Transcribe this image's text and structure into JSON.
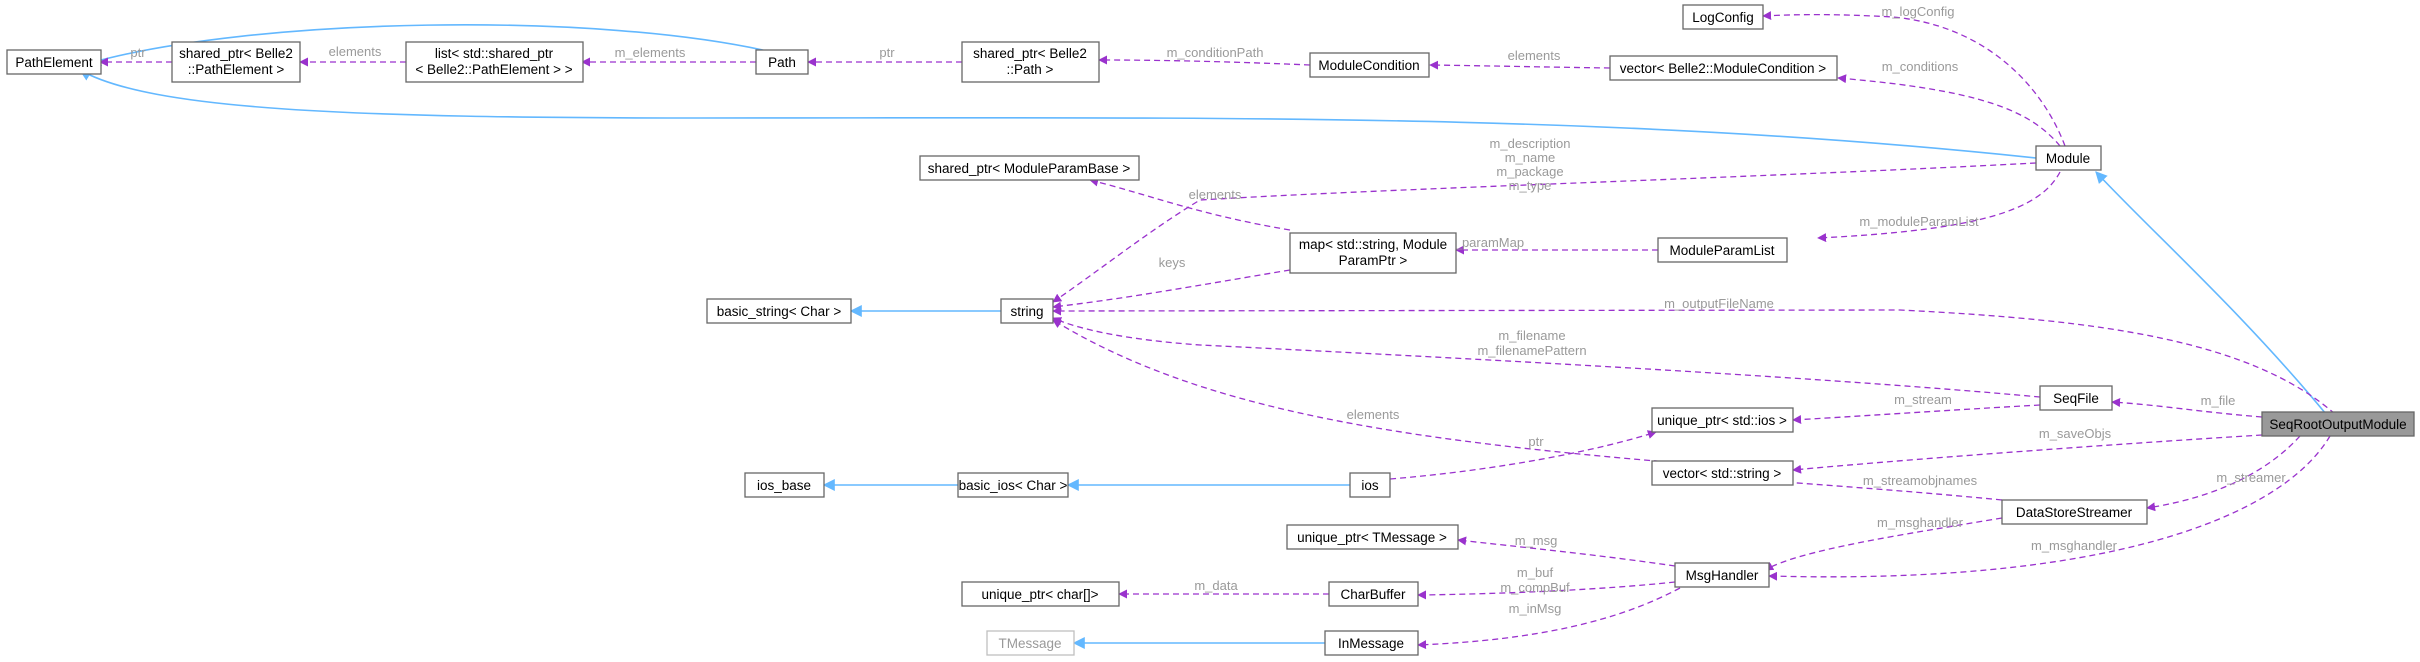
{
  "nodes": {
    "pathelement": "PathElement",
    "sp_pathelement": [
      "shared_ptr< Belle2",
      "::PathElement >"
    ],
    "list_sp": [
      "list< std::shared_ptr",
      "< Belle2::PathElement > >"
    ],
    "path": "Path",
    "sp_path": [
      "shared_ptr< Belle2",
      "::Path >"
    ],
    "modulecondition": "ModuleCondition",
    "vec_modulecondition": "vector< Belle2::ModuleCondition >",
    "logconfig": "LogConfig",
    "module": "Module",
    "sp_moduleparambase": "shared_ptr< ModuleParamBase >",
    "map_param": [
      "map< std::string, Module",
      "ParamPtr >"
    ],
    "moduleparamlist": "ModuleParamList",
    "basic_string": "basic_string< Char >",
    "string": "string",
    "seqfile": "SeqFile",
    "uptr_ios": "unique_ptr< std::ios >",
    "seqroot": "SeqRootOutputModule",
    "vec_string": "vector< std::string >",
    "ios_base": "ios_base",
    "basic_ios": "basic_ios< Char >",
    "ios": "ios",
    "datastorestreamer": "DataStoreStreamer",
    "uptr_tmessage": "unique_ptr< TMessage >",
    "msghandler": "MsgHandler",
    "uptr_char": "unique_ptr< char[]>",
    "charbuffer": "CharBuffer",
    "tmessage": "TMessage",
    "inmessage": "InMessage"
  },
  "edge_labels": {
    "ptr_pe": "ptr",
    "elements_sp": "elements",
    "m_elements": "m_elements",
    "ptr_path": "ptr",
    "m_conditionPath": "m_conditionPath",
    "elements_cond": "elements",
    "m_logConfig": "m_logConfig",
    "m_conditions": "m_conditions",
    "m_description": "m_description",
    "m_name": "m_name",
    "m_package": "m_package",
    "m_type": "m_type",
    "elements_map": "elements",
    "keys": "keys",
    "m_paramMap": "m_paramMap",
    "m_moduleParamList": "m_moduleParamList",
    "m_outputFileName": "m_outputFileName",
    "m_filename": "m_filename",
    "m_filenamePattern": "m_filenamePattern",
    "m_stream": "m_stream",
    "m_file": "m_file",
    "elements_vec": "elements",
    "ptr_ios": "ptr",
    "m_saveObjs": "m_saveObjs",
    "m_streamer": "m_streamer",
    "m_streamobjnames": "m_streamobjnames",
    "m_msghandler_dss": "m_msghandler",
    "m_msghandler": "m_msghandler",
    "m_msg": "m_msg",
    "m_data": "m_data",
    "m_buf": "m_buf",
    "m_compBuf": "m_compBuf",
    "m_inMsg": "m_inMsg"
  },
  "colors": {
    "member_edge": "#9a32cd",
    "inherit_edge": "#63b8ff",
    "label_text": "#9a9a9a",
    "focus_fill": "#999999"
  }
}
